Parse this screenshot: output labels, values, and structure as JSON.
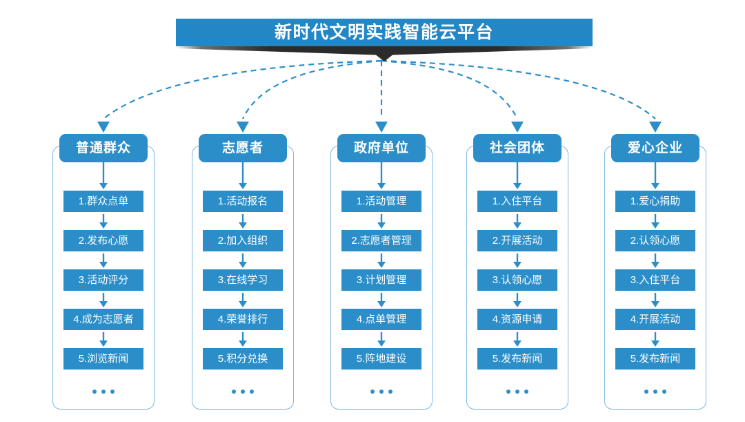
{
  "title": {
    "text": "新时代文明实践智能云平台"
  },
  "theme": {
    "banner_blue": "#2387c6",
    "box_blue": "#2b8ec9",
    "outline_blue": "#7db9de",
    "shadow_dark": "#2b2b2b",
    "background": "#ffffff",
    "text_light": "#ffffff"
  },
  "ellipsis": "•••",
  "columns": [
    {
      "header": "普通群众",
      "items": [
        "1.群众点单",
        "2.发布心愿",
        "3.活动评分",
        "4.成为志愿者",
        "5.浏览新闻"
      ],
      "more": "•••"
    },
    {
      "header": "志愿者",
      "items": [
        "1.活动报名",
        "2.加入组织",
        "3.在线学习",
        "4.荣誉排行",
        "5.积分兑换"
      ],
      "more": "•••"
    },
    {
      "header": "政府单位",
      "items": [
        "1.活动管理",
        "2.志愿者管理",
        "3.计划管理",
        "4.点单管理",
        "5.阵地建设"
      ],
      "more": "•••"
    },
    {
      "header": "社会团体",
      "items": [
        "1.入住平台",
        "2.开展活动",
        "3.认领心愿",
        "4.资源申请",
        "5.发布新闻"
      ],
      "more": "•••"
    },
    {
      "header": "爱心企业",
      "items": [
        "1.爱心捐助",
        "2.认领心愿",
        "3.入住平台",
        "4.开展活动",
        "5.发布新闻"
      ],
      "more": "•••"
    }
  ]
}
